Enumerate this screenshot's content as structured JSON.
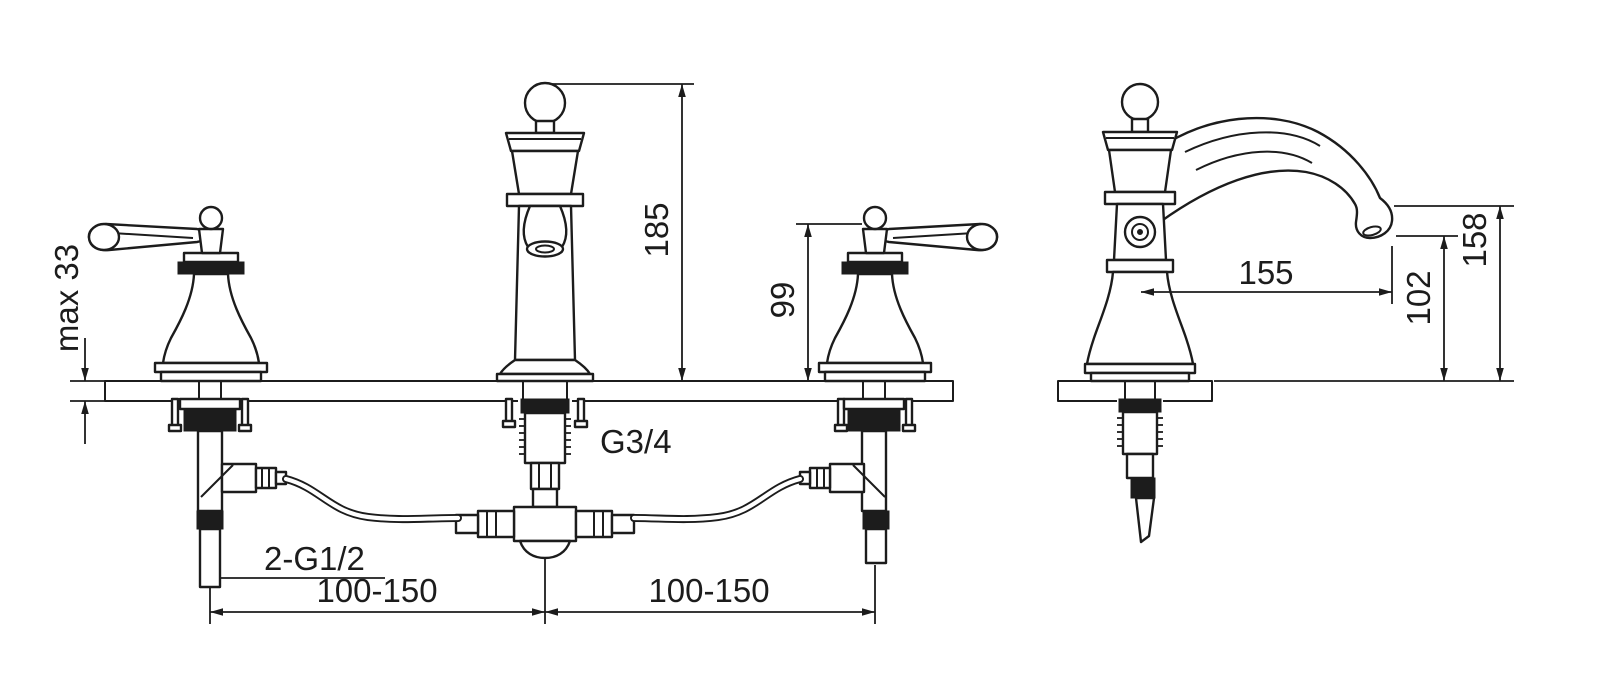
{
  "drawing": {
    "colors": {
      "line": "#1c1c1c",
      "background": "#ffffff"
    },
    "front_view": {
      "dim_max_deck": "max 33",
      "dim_spout_height": "185",
      "dim_handle_height": "99",
      "label_spout_thread": "G3/4",
      "label_supply_thread": "2-G1/2",
      "dim_spacing_left": "100-150",
      "dim_spacing_right": "100-150"
    },
    "side_view": {
      "dim_spout_reach": "155",
      "dim_outlet_height": "102",
      "dim_top_height": "158"
    }
  }
}
